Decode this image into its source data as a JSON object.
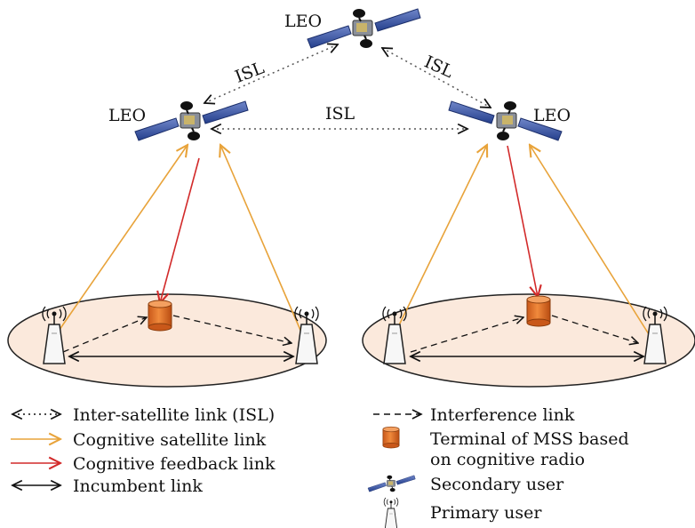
{
  "satellites": {
    "top_label": "LEO",
    "left_label": "LEO",
    "right_label": "LEO"
  },
  "links": {
    "isl_left": "ISL",
    "isl_right": "ISL",
    "isl_middle": "ISL"
  },
  "legend": {
    "left": [
      {
        "label": "Inter-satellite link (ISL)",
        "icon": "dotted-double-arrow"
      },
      {
        "label": "Cognitive satellite link",
        "icon": "orange-arrow"
      },
      {
        "label": "Cognitive feedback link",
        "icon": "red-arrow"
      },
      {
        "label": "Incumbent link",
        "icon": "black-double-arrow"
      }
    ],
    "right": [
      {
        "label": "Interference link",
        "icon": "dashed-arrow"
      },
      {
        "label": "Terminal of MSS based",
        "icon": "orange-cylinder"
      },
      {
        "label": "on cognitive radio",
        "icon": ""
      },
      {
        "label": "Secondary user",
        "icon": "satellite-icon"
      },
      {
        "label": "Primary user",
        "icon": "antenna-tower-icon"
      }
    ]
  },
  "colors": {
    "cognitive_link": "#e8a33a",
    "feedback_link": "#d22a2a",
    "cell_fill": "#fbe9dc",
    "terminal": "#e06e1c",
    "satellite_panel": "#3b5aa8"
  }
}
